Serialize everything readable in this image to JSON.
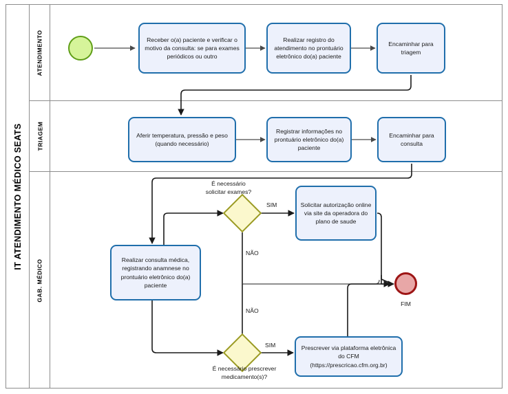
{
  "pool": {
    "title": "IT ATENDIMENTO MÉDICO SEATS"
  },
  "lanes": [
    {
      "id": "atendimento",
      "label": "ATENDIMENTO"
    },
    {
      "id": "triagem",
      "label": "TRIAGEM"
    },
    {
      "id": "gab_medico",
      "label": "GAB. MÉDICO"
    }
  ],
  "events": {
    "start": {
      "name": "start-event",
      "label": ""
    },
    "end": {
      "name": "end-event",
      "label": "FIM"
    }
  },
  "tasks": {
    "receber_paciente": "Receber o(a) paciente e verificar o motivo da consulta: se para exames periódicos ou  outro",
    "registro_atendimento": "Realizar registro do atendimento no prontuário eletrônico do(a) paciente",
    "encaminhar_triagem": "Encaminhar para triagem",
    "aferir_sinais": "Aferir temperatura, pressão e peso (quando necessário)",
    "registrar_informacoes": "Registrar informações no prontuário eletrônico do(a) paciente",
    "encaminhar_consulta": "Encaminhar para consulta",
    "realizar_consulta": "Realizar consulta médica, registrando anamnese no prontuário eletrônico do(a) paciente",
    "solicitar_autorizacao": "Solicitar autorização online via site da operadora do plano de saude",
    "prescrever_plataforma": "Prescrever via plataforma eletrônica do CFM (https://prescricao.cfm.org.br)"
  },
  "gateways": {
    "exames": {
      "question_line1": "É necessário",
      "question_line2": "solicitar exames?",
      "yes_label": "SIM",
      "no_label": "NÃO"
    },
    "medicamentos": {
      "question_line1": "É necessário prescrever",
      "question_line2": "medicamento(s)?",
      "yes_label": "SIM",
      "no_label": "NÃO"
    }
  },
  "colors": {
    "task_fill": "#edf1fc",
    "task_stroke": "#1f6eab",
    "gateway_fill": "#fbf8cd",
    "gateway_stroke": "#9a9a23",
    "start_fill": "#d6f49a",
    "start_stroke": "#5f9e17",
    "end_fill": "#e8a7a7",
    "end_stroke": "#9d1515",
    "frame_stroke": "#8c8c8c",
    "connector_stroke": "#1a1a1a"
  }
}
